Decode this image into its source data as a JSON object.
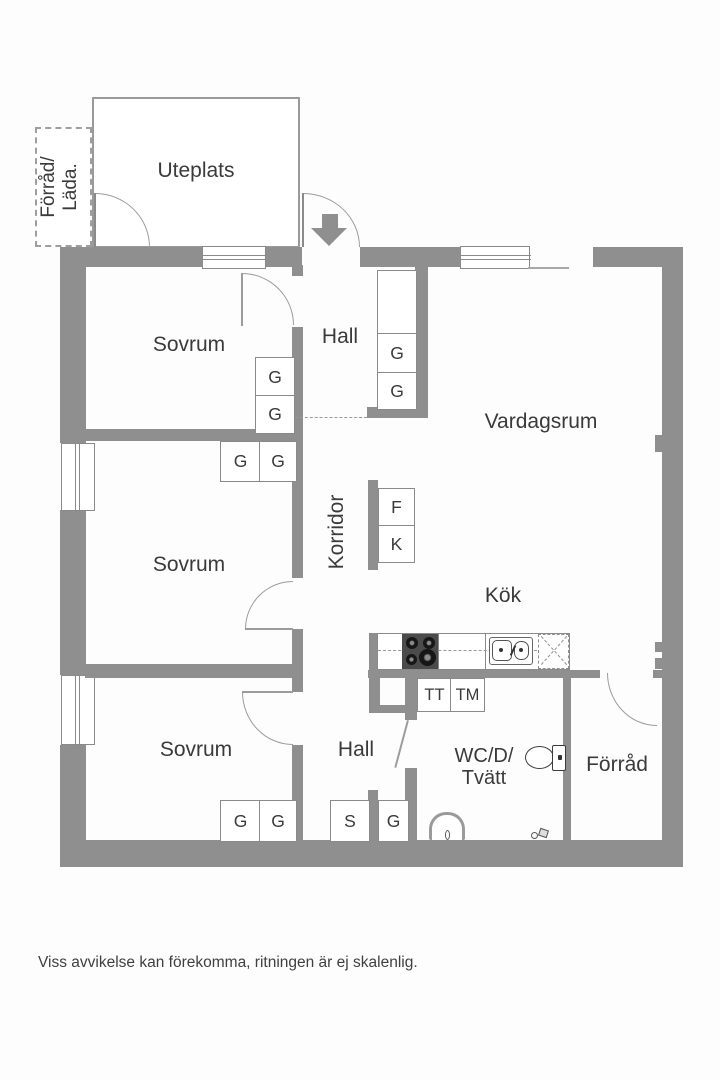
{
  "colors": {
    "wall": "#8f8f8f",
    "wall-light": "#9c9c9c",
    "line": "#8a8a8a",
    "text": "#3a3a3a"
  },
  "outdoor": {
    "uteplats": "Uteplats",
    "forrad_lada_line1": "Förråd/",
    "forrad_lada_line2": "Läda."
  },
  "rooms": {
    "sovrum_1": "Sovrum",
    "sovrum_2": "Sovrum",
    "sovrum_3": "Sovrum",
    "hall_upper": "Hall",
    "hall_lower": "Hall",
    "vardagsrum": "Vardagsrum",
    "korridor": "Korridor",
    "kok": "Kök",
    "wc_line1": "WC/D/",
    "wc_line2": "Tvätt",
    "forrad": "Förråd"
  },
  "closets": {
    "wardrobe": "G",
    "cleaning": "S",
    "freezer": "F",
    "fridge": "K",
    "dryer": "TT",
    "washer": "TM"
  },
  "footer": {
    "note": "Viss avvikelse kan förekomma, ritningen är ej skalenlig."
  }
}
